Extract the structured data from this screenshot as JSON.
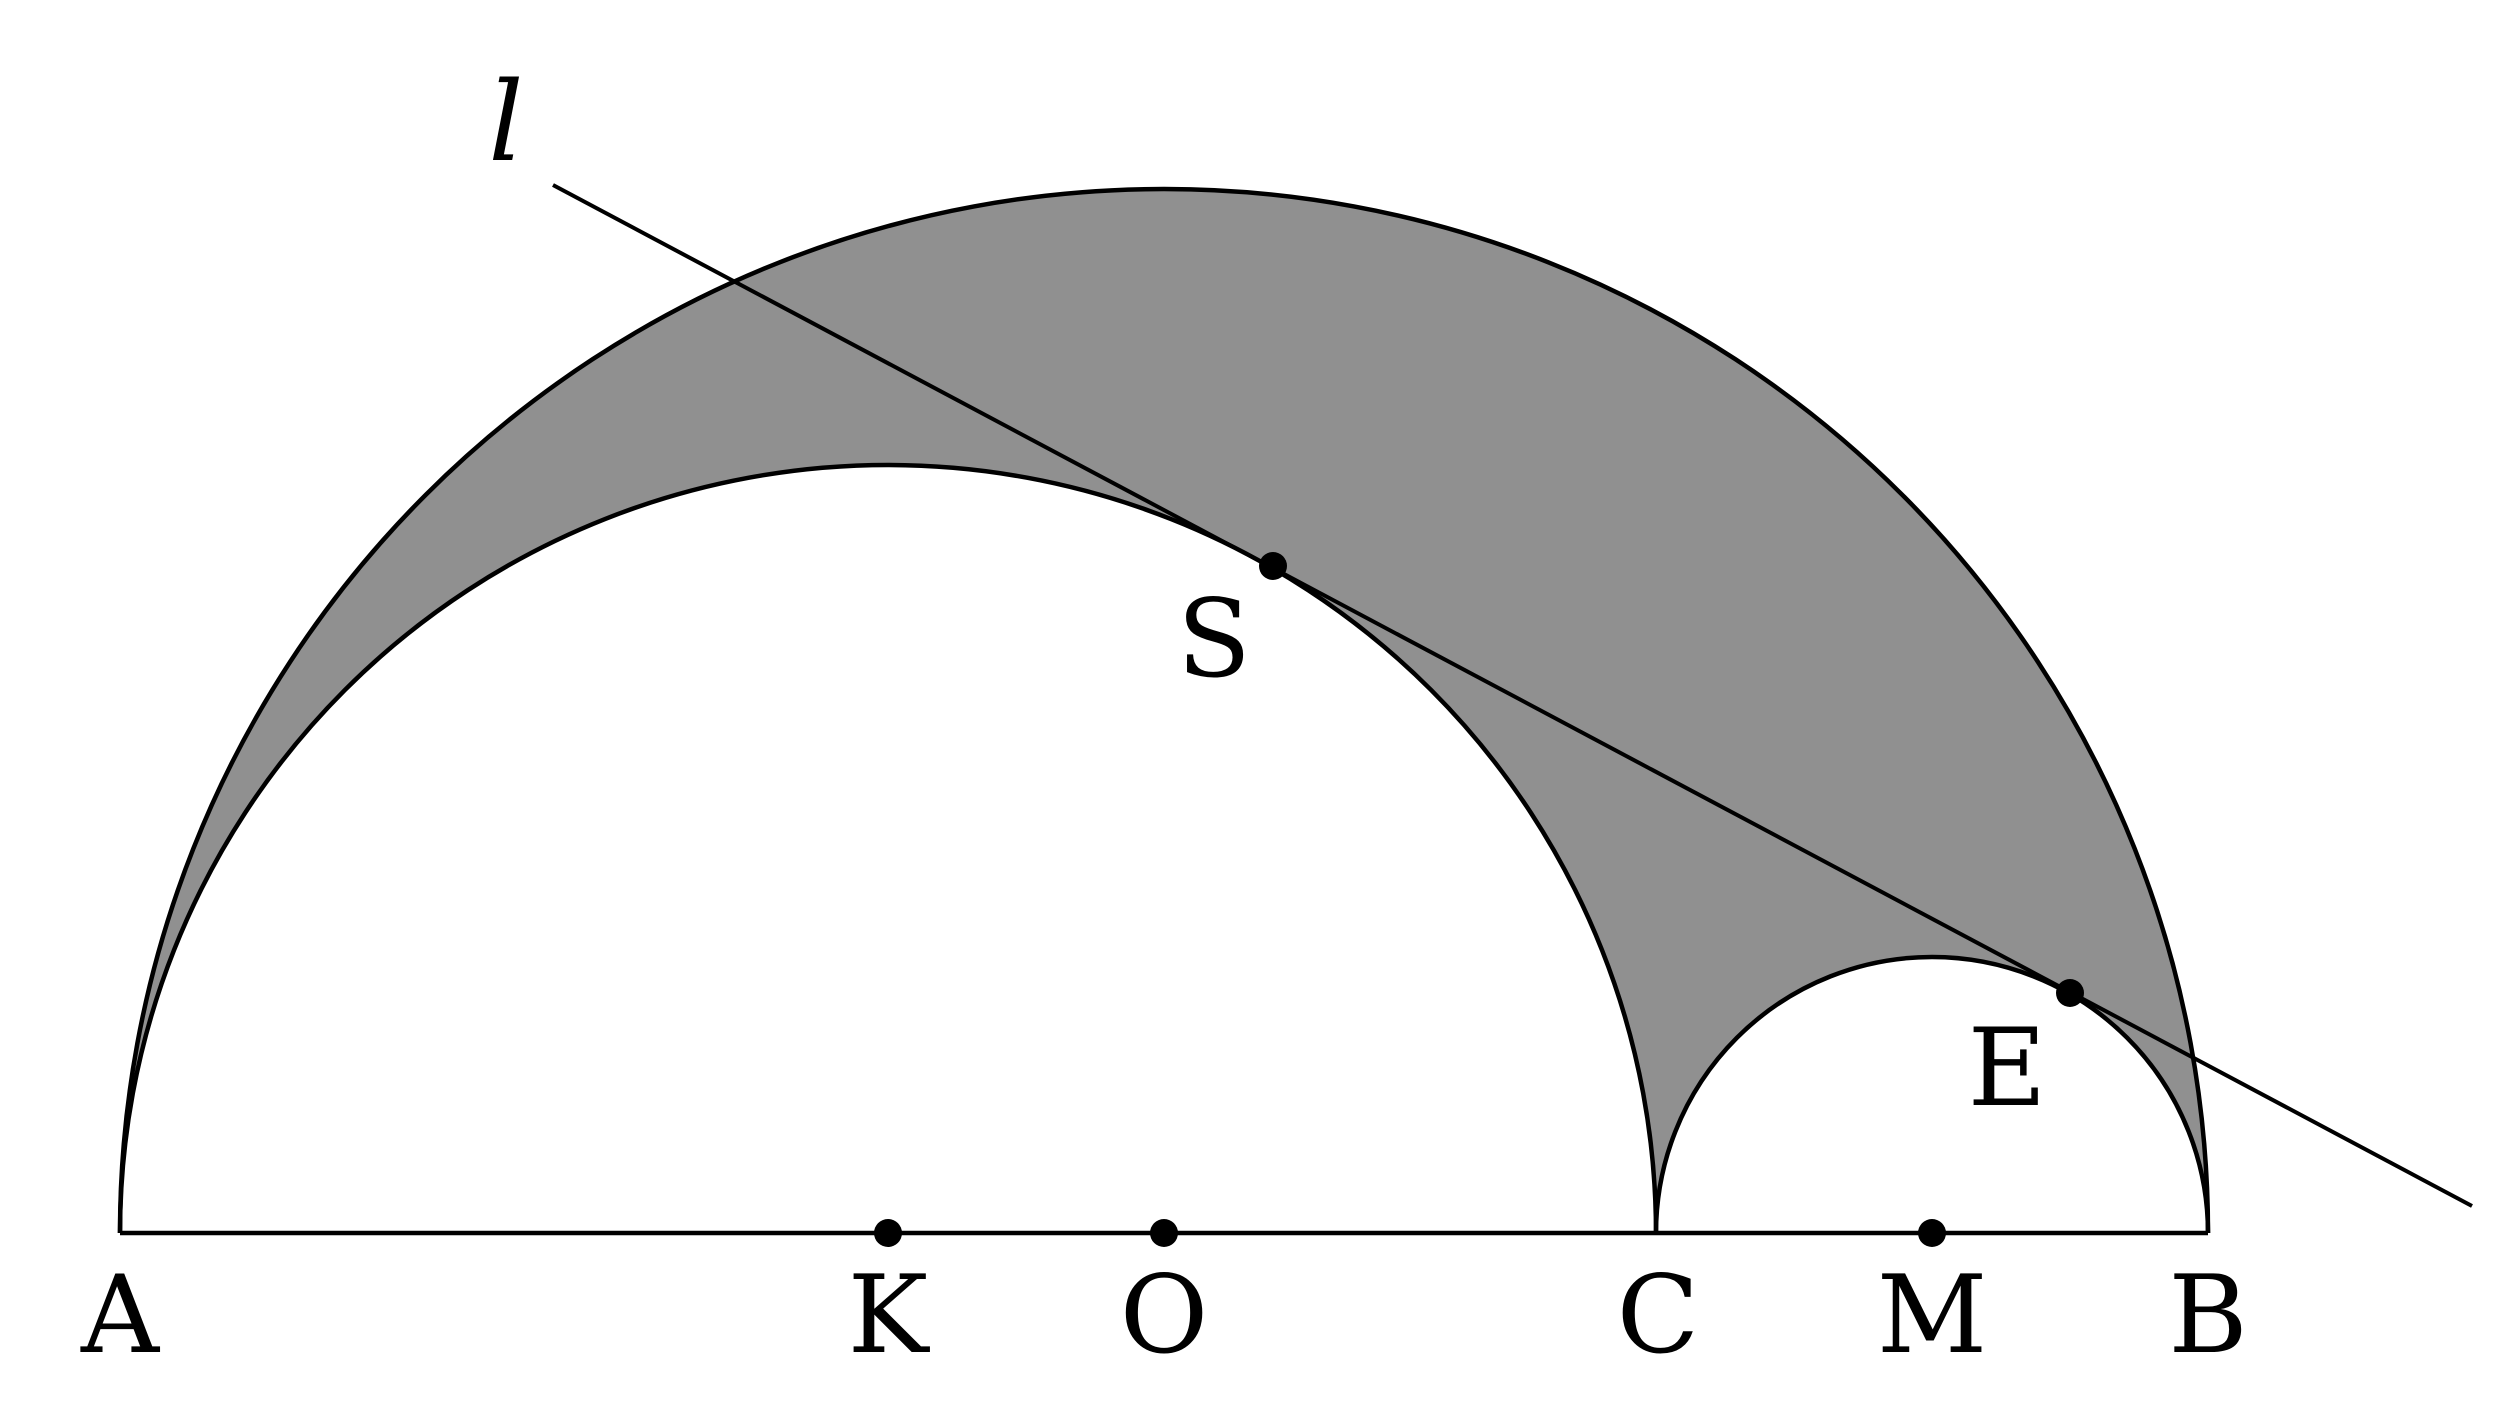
{
  "figure": {
    "shaded_color": "#909090",
    "stroke_color": "#000000",
    "background": "#ffffff",
    "line_label": "l",
    "points": {
      "A": "A",
      "K": "K",
      "O": "O",
      "C": "C",
      "M": "M",
      "B": "B",
      "S": "S",
      "E": "E"
    }
  }
}
